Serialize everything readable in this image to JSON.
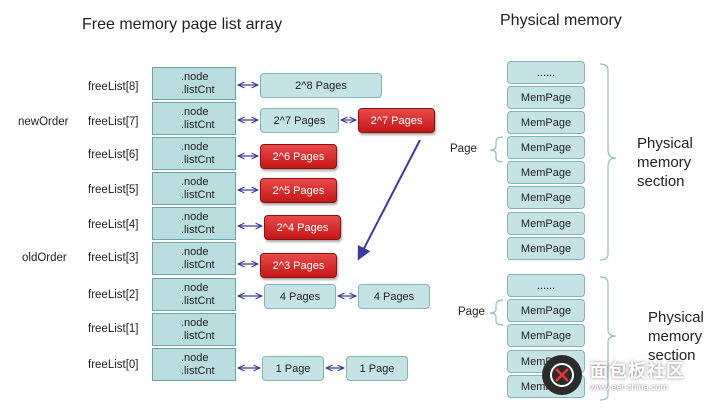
{
  "titles": {
    "left": "Free memory page list array",
    "right": "Physical memory"
  },
  "side_labels": {
    "new_order": "newOrder",
    "old_order": "oldOrder",
    "page_top": "Page",
    "page_bottom": "Page"
  },
  "freelist": [
    {
      "label": "freeList[8]",
      "node": ".node",
      "cnt": ".listCnt"
    },
    {
      "label": "freeList[7]",
      "node": ".node",
      "cnt": ".listCnt"
    },
    {
      "label": "freeList[6]",
      "node": ".node",
      "cnt": ".listCnt"
    },
    {
      "label": "freeList[5]",
      "node": ".node",
      "cnt": ".listCnt"
    },
    {
      "label": "freeList[4]",
      "node": ".node",
      "cnt": ".listCnt"
    },
    {
      "label": "freeList[3]",
      "node": ".node",
      "cnt": ".listCnt"
    },
    {
      "label": "freeList[2]",
      "node": ".node",
      "cnt": ".listCnt"
    },
    {
      "label": "freeList[1]",
      "node": ".node",
      "cnt": ".listCnt"
    },
    {
      "label": "freeList[0]",
      "node": ".node",
      "cnt": ".listCnt"
    }
  ],
  "page_boxes": {
    "b8": "2^8 Pages",
    "b7a": "2^7 Pages",
    "b7b": "2^7 Pages",
    "b6": "2^6 Pages",
    "b5": "2^5 Pages",
    "b4": "2^4 Pages",
    "b3": "2^3 Pages",
    "b2a": "4 Pages",
    "b2b": "4 Pages",
    "b0a": "1 Page",
    "b0b": "1 Page"
  },
  "memory": {
    "section_top": [
      "......",
      "MemPage",
      "MemPage",
      "MemPage",
      "MemPage",
      "MemPage",
      "MemPage",
      "MemPage"
    ],
    "section_bottom": [
      "......",
      "MemPage",
      "MemPage",
      "MemPage",
      "MemPage"
    ],
    "section_label_top": [
      "Physical",
      "memory",
      "section"
    ],
    "section_label_bottom": [
      "Physical",
      "memory",
      "section"
    ]
  },
  "watermark": {
    "text": "面包板社区",
    "sub": "www.eet-china.com"
  },
  "colors": {
    "cell": "#b9dcdf",
    "box": "#c5e3e5",
    "red": "#d42222",
    "arrow": "#3b3b9a"
  }
}
